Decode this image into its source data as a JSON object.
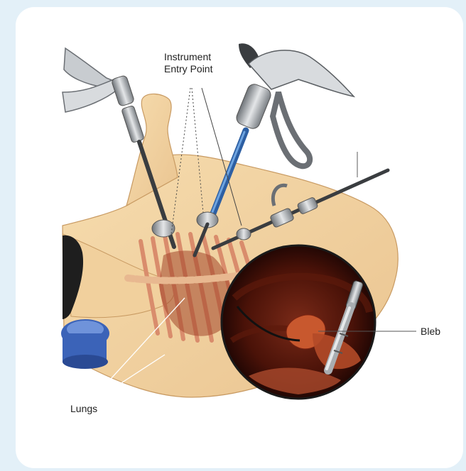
{
  "labels": {
    "instrument_line1": "Instrument",
    "instrument_line2": "Entry Point",
    "bleb": "Bleb",
    "lungs": "Lungs"
  },
  "colors": {
    "page_background": "#e3f0f8",
    "card_background": "#ffffff",
    "skin": "#f2d2a2",
    "rib": "#d98c6c",
    "lung_tissue": "#8a2a12",
    "instrument_metal": "#b8bcc0",
    "scope_blue": "#4a86c8",
    "headrest_blue": "#3b63b8",
    "hair": "#1e1e1e"
  },
  "icons": [
    "instrument-entry-diagram"
  ]
}
